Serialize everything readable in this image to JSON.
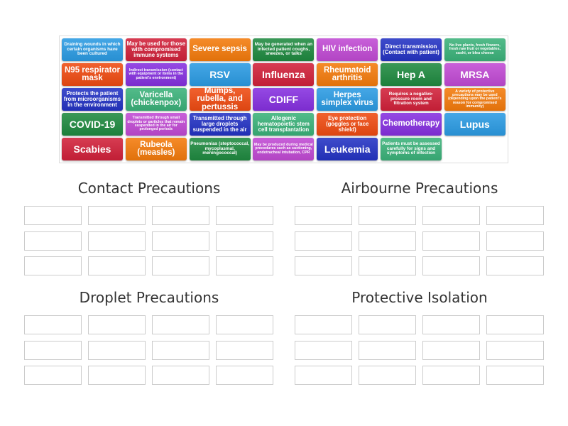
{
  "colors": {
    "lightblue": "#2b9be3",
    "red": "#d1213a",
    "orange": "#f47b0c",
    "green": "#1f8a40",
    "magenta": "#c14ad4",
    "darkblue": "#2433c4",
    "teal": "#3bb27a",
    "orangered": "#ef4b12",
    "purple": "#8630e0"
  },
  "tiles": [
    {
      "text": "Draining wounds in which certain organisms have been cultured",
      "color": "lightblue",
      "size": "s4"
    },
    {
      "text": "May be used for those with compromised immune systems",
      "color": "red",
      "size": "s3"
    },
    {
      "text": "Severe sepsis",
      "color": "orange",
      "size": "s2"
    },
    {
      "text": "May be generated when an infected patient coughs, sneezes, or talks",
      "color": "green",
      "size": "s4"
    },
    {
      "text": "HIV infection",
      "color": "magenta",
      "size": "s2"
    },
    {
      "text": "Direct transmission (Contact with patient)",
      "color": "darkblue",
      "size": "s3"
    },
    {
      "text": "No live plants, fresh flowers, fresh raw fruit or vegetables, sushi, or bleu cheese",
      "color": "teal",
      "size": "s5"
    },
    {
      "text": "N95 respirator mask",
      "color": "orangered",
      "size": "s2"
    },
    {
      "text": "Indirect transmission (contact with equipment or items in the patient's environment)",
      "color": "purple",
      "size": "s5"
    },
    {
      "text": "RSV",
      "color": "lightblue",
      "size": "s1"
    },
    {
      "text": "Influenza",
      "color": "red",
      "size": "s1"
    },
    {
      "text": "Rheumatoid arthritis",
      "color": "orange",
      "size": "s2"
    },
    {
      "text": "Hep A",
      "color": "green",
      "size": "s1"
    },
    {
      "text": "MRSA",
      "color": "magenta",
      "size": "s1"
    },
    {
      "text": "Protects the patient from microorganisms in the environment",
      "color": "darkblue",
      "size": "s3"
    },
    {
      "text": "Varicella (chickenpox)",
      "color": "teal",
      "size": "s2"
    },
    {
      "text": "Mumps, rubella, and pertussis",
      "color": "orangered",
      "size": "s2"
    },
    {
      "text": "CDIFF",
      "color": "purple",
      "size": "s1"
    },
    {
      "text": "Herpes simplex virus",
      "color": "lightblue",
      "size": "s2"
    },
    {
      "text": "Requires a negative-pressure room and filtration system",
      "color": "red",
      "size": "s4"
    },
    {
      "text": "A variety of protective precautions may be used (depending upon the patient's reason for compromised immunity)",
      "color": "orange",
      "size": "s5"
    },
    {
      "text": "COVID-19",
      "color": "green",
      "size": "s1"
    },
    {
      "text": "Transmitted through small droplets or particles that remain suspended in the air for prolonged periods",
      "color": "magenta",
      "size": "s5"
    },
    {
      "text": "Transmitted through large droplets suspended in the air",
      "color": "darkblue",
      "size": "s3"
    },
    {
      "text": "Allogenic hematopoietic stem cell transplantation",
      "color": "teal",
      "size": "s3"
    },
    {
      "text": "Eye protection (goggles or face shield)",
      "color": "orangered",
      "size": "s3"
    },
    {
      "text": "Chemotherapy",
      "color": "purple",
      "size": "s2"
    },
    {
      "text": "Lupus",
      "color": "lightblue",
      "size": "s1"
    },
    {
      "text": "Scabies",
      "color": "red",
      "size": "s1"
    },
    {
      "text": "Rubeola (measles)",
      "color": "orange",
      "size": "s2"
    },
    {
      "text": "Pneumonias (steptococcal, mycoplasmal, meningococcal)",
      "color": "green",
      "size": "s4"
    },
    {
      "text": "May be produced during medical procedures such as suctioning, endotracheal intubation, CPR",
      "color": "magenta",
      "size": "s5"
    },
    {
      "text": "Leukemia",
      "color": "darkblue",
      "size": "s1"
    },
    {
      "text": "Patients must be assessed carefully for signs and symptoms of infection",
      "color": "teal",
      "size": "s4"
    }
  ],
  "groups": [
    {
      "title": "Contact Precautions"
    },
    {
      "title": "Airbourne Precautions"
    },
    {
      "title": "Droplet Precautions"
    },
    {
      "title": "Protective Isolation"
    }
  ]
}
